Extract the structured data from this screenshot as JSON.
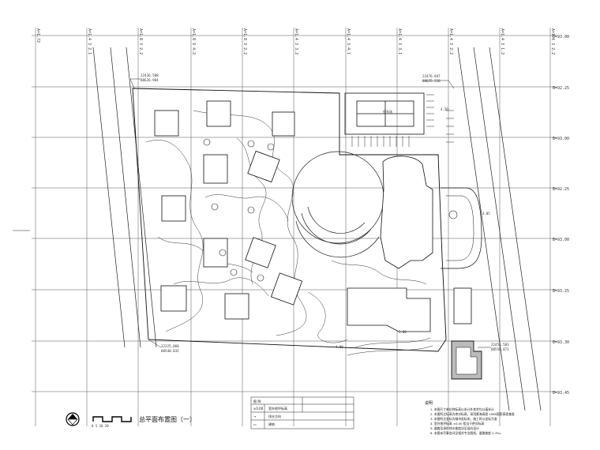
{
  "grid": {
    "top_labels": [
      "A=1.72",
      "A=1.4 3 2.1",
      "A=1.8 3 2.2",
      "A=1.8 9 4.2",
      "A=1.8 3 2.2",
      "A=1.4 3 3.2",
      "A=1.4 3 4.1",
      "A=1.4 3 3.1",
      "A=1.4 3 2.2",
      "A=1.4 3 1.2",
      "A=1.4 3 2.2"
    ],
    "right_labels": [
      "B=93.00",
      "B=92.25",
      "B=93.00",
      "B=92.25",
      "B=93.00",
      "B=93.25",
      "B=93.30",
      "B=93.45"
    ]
  },
  "coords": {
    "top_left": [
      "22436.508",
      "88626.984"
    ],
    "top_right": [
      "22476.847",
      "88625.218"
    ],
    "bottom_left": [
      "22325.068",
      "88540.835"
    ],
    "bottom_right": [
      "22456.583",
      "88550.871"
    ]
  },
  "small_labels": {
    "parking": "停车场",
    "building_right": "3.00",
    "building_bottom": "3.1@",
    "level_a": "4.50",
    "level_b": "4.00",
    "level_c": "4.05"
  },
  "title_block": {
    "scale": "0 5 10 20",
    "title": "总平面布置图（一）"
  },
  "legend": {
    "header": "图 例",
    "rows": [
      {
        "code": "±0.00",
        "desc": "室外地坪标高"
      },
      {
        "code": "→",
        "desc": "排水方向"
      },
      {
        "code": "▭",
        "desc": "建筑"
      }
    ]
  },
  "notes": {
    "header": "说明",
    "lines": [
      "1. 本图尺寸单位除标高以米计外其余均以毫米计",
      "2. 本图所注标高为绝对标高，采用黄海高程 1985国家高程基准",
      "3. 本图所注坐标为城市坐标系，施工时以坐标为准",
      "4. 室外地坪标高 ±0.00 相当于绝对标高",
      "5. 道路及场地排水坡度详见竖向设计",
      "6. 本图未尽事宜详见相关专业图纸，道路坡度 2-3‰"
    ]
  }
}
